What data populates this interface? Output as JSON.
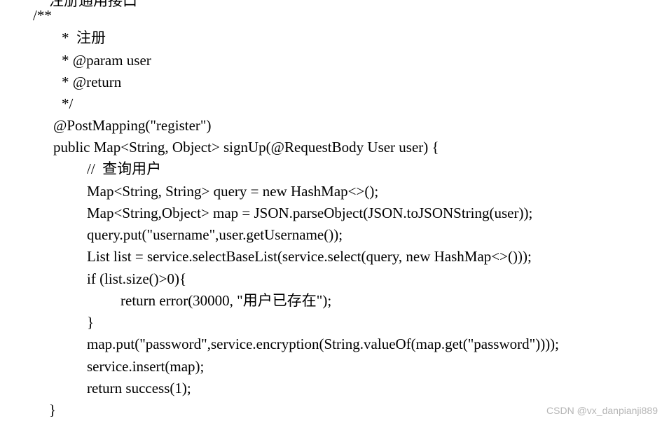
{
  "cut_off_heading": "注册通用接口",
  "code_lines": [
    "/**",
    "*  注册",
    "* @param user",
    "* @return",
    "*/",
    "@PostMapping(\"register\")",
    "public Map<String, Object> signUp(@RequestBody User user) {",
    "//  查询用户",
    "Map<String, String> query = new HashMap<>();",
    "Map<String,Object> map = JSON.parseObject(JSON.toJSONString(user));",
    "query.put(\"username\",user.getUsername());",
    "List list = service.selectBaseList(service.select(query, new HashMap<>()));",
    "if (list.size()>0){",
    "return error(30000, \"用户已存在\");",
    "}",
    "map.put(\"password\",service.encryption(String.valueOf(map.get(\"password\"))));",
    "service.insert(map);",
    "return success(1);",
    "}"
  ],
  "watermark": "CSDN @vx_danpianji889"
}
